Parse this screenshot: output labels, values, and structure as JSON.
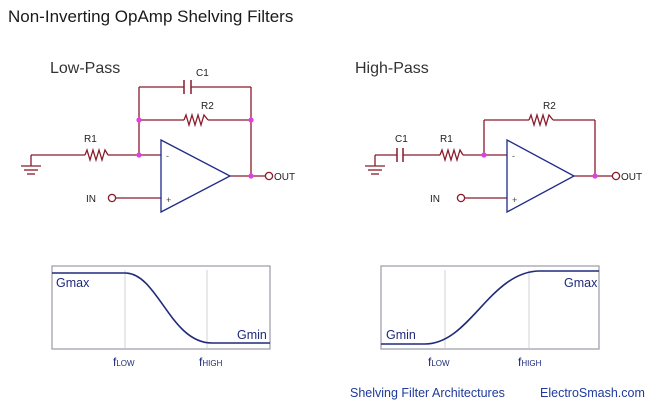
{
  "title": "Non-Inverting OpAmp Shelving Filters",
  "colors": {
    "wire": "#8b1a2a",
    "junction": "#e040e0",
    "opamp": "#1f2a8a",
    "curve": "#1f2a7a",
    "frame": "#9a9aa8",
    "footer": "#1f3a9a"
  },
  "low_pass": {
    "heading": "Low-Pass",
    "labels": {
      "c1": "C1",
      "r1": "R1",
      "r2": "R2",
      "in": "IN",
      "out": "OUT"
    },
    "opamp_signs": {
      "inverting": "-",
      "non_inverting": "+"
    },
    "graph": {
      "gmax": "Gmax",
      "gmin": "Gmin",
      "f_low": {
        "f": "f",
        "sub": "LOW"
      },
      "f_high": {
        "f": "f",
        "sub": "HIGH"
      }
    }
  },
  "high_pass": {
    "heading": "High-Pass",
    "labels": {
      "c1": "C1",
      "r1": "R1",
      "r2": "R2",
      "in": "IN",
      "out": "OUT"
    },
    "opamp_signs": {
      "inverting": "-",
      "non_inverting": "+"
    },
    "graph": {
      "gmax": "Gmax",
      "gmin": "Gmin",
      "f_low": {
        "f": "f",
        "sub": "LOW"
      },
      "f_high": {
        "f": "f",
        "sub": "HIGH"
      }
    }
  },
  "footer": {
    "caption": "Shelving Filter Architectures",
    "brand": "ElectroSmash.com"
  }
}
